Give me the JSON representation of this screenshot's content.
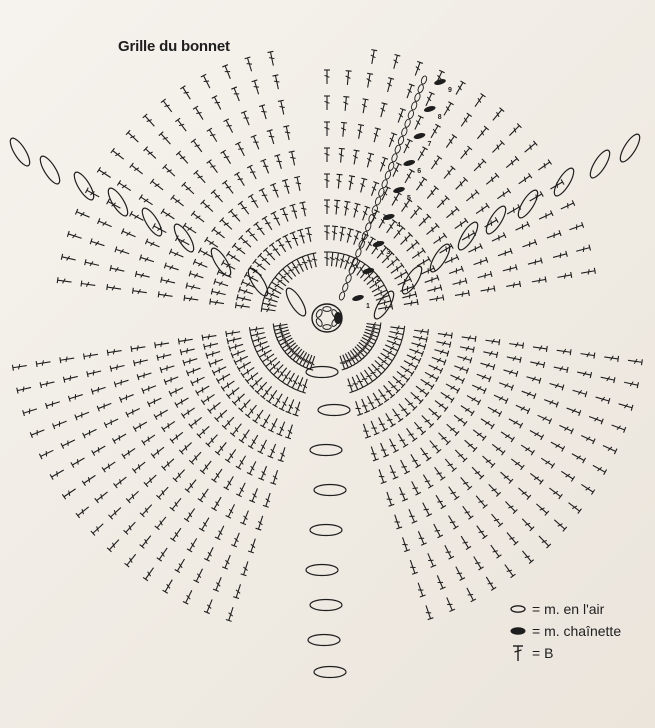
{
  "title": "Grille du bonnet",
  "round_numbers": [
    "1",
    "2",
    "3",
    "4",
    "5",
    "6",
    "7",
    "8",
    "9"
  ],
  "legend": [
    {
      "symbol": "chain-oval-icon",
      "label": "= m. en l'air"
    },
    {
      "symbol": "slip-stitch-icon",
      "label": "= m. chaînette"
    },
    {
      "symbol": "double-crochet-icon",
      "label": "= B"
    }
  ],
  "colors": {
    "ink": "#1e1e1e",
    "paper": "#f3efe8"
  }
}
